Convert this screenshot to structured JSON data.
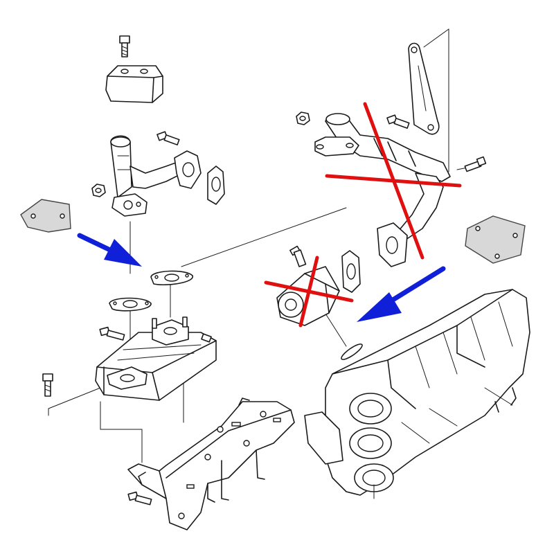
{
  "diagram": {
    "colors": {
      "line": "#1a1a1a",
      "cross_mark": "#e01010",
      "arrow": "#1020d8",
      "blanking_plate": "#d8d8d8"
    },
    "parts": [
      "bolt",
      "bracket-block",
      "egr-pipe-left",
      "gasket",
      "nut",
      "blanking-plate",
      "egr-cooler",
      "support-bracket",
      "egr-pipe-right",
      "support-stay",
      "egr-valve",
      "o-ring",
      "cylinder-head"
    ],
    "annotations": {
      "removed_parts": [
        "egr-pipe-right",
        "egr-valve"
      ],
      "arrows": [
        "left-arrow-to-gasket",
        "right-arrow-to-o-ring"
      ]
    }
  }
}
